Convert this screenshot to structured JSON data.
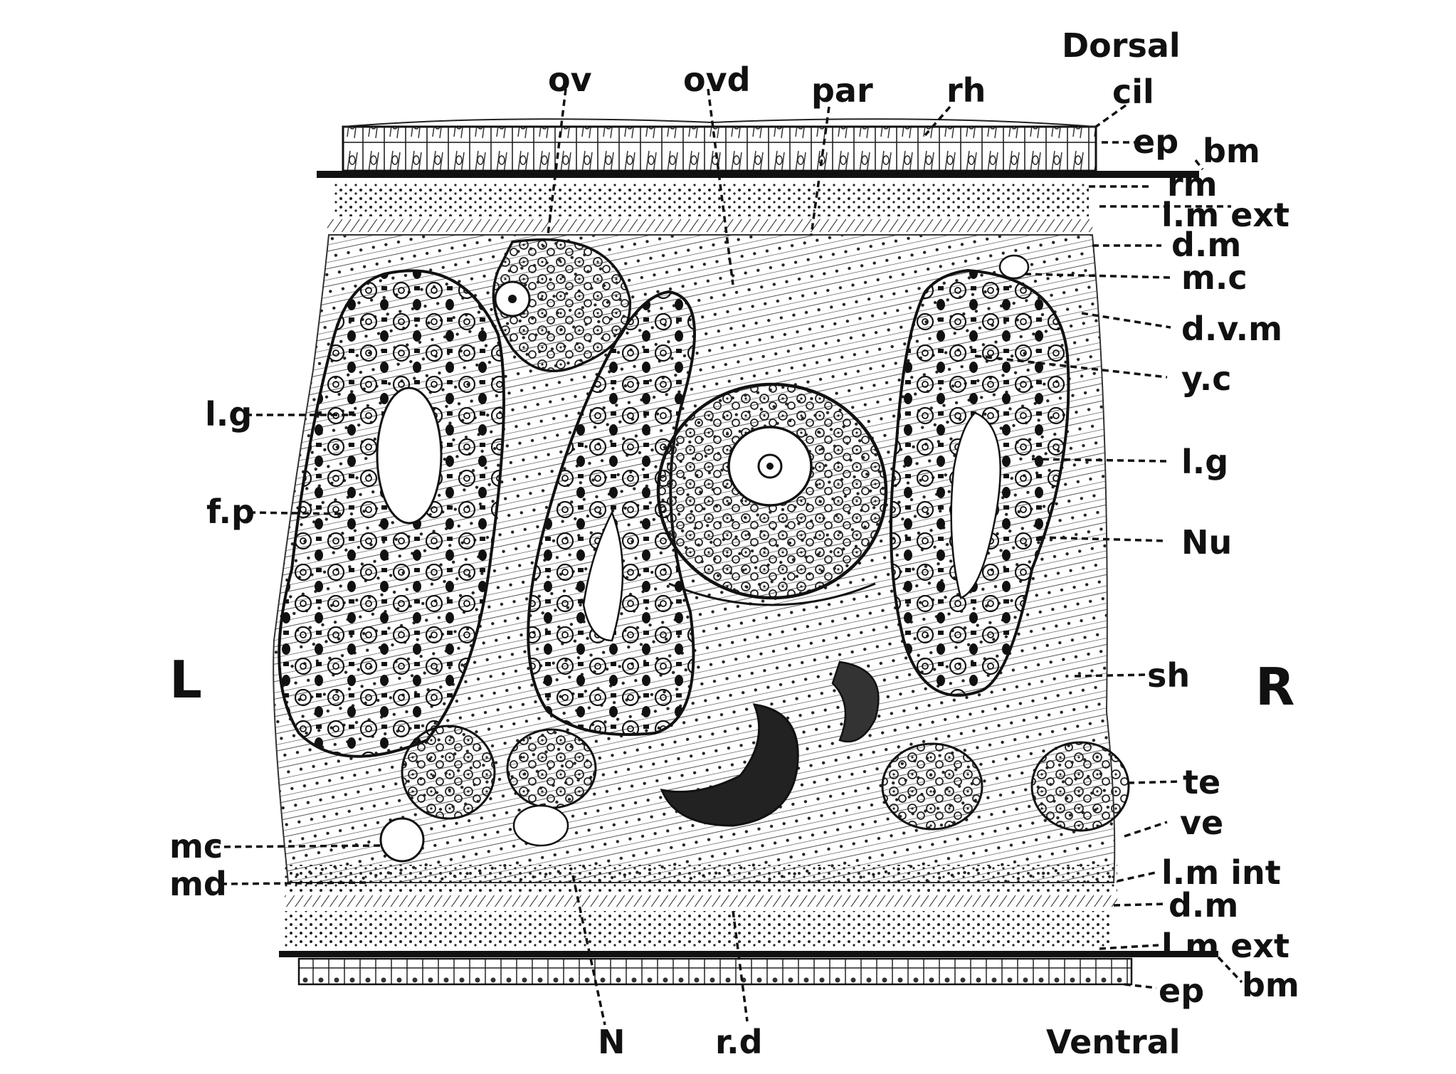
{
  "figure": {
    "orientation": {
      "dorsal": "Dorsal",
      "ventral": "Ventral",
      "left": "L",
      "right": "R"
    },
    "labels": {
      "ov": "ov",
      "ovd": "ovd",
      "par": "par",
      "rh": "rh",
      "cil": "cil",
      "ep_top": "ep",
      "bm_top": "bm",
      "rm": "rm",
      "lm_ext_top": "l.m ext",
      "dm_top": "d.m",
      "mc_right": "m.c",
      "dvm": "d.v.m",
      "yc": "y.c",
      "lg_right": "l.g",
      "nu": "Nu",
      "sh": "sh",
      "te": "te",
      "ve": "ve",
      "lm_int": "l.m int",
      "dm_bottom": "d.m",
      "lm_ext_bottom": "l.m ext",
      "bm_bottom": "bm",
      "ep_bottom": "ep",
      "lg_left": "l.g",
      "fp": "f.p",
      "mc_left": "mc",
      "md": "md",
      "n": "N",
      "rd": "r.d"
    }
  }
}
